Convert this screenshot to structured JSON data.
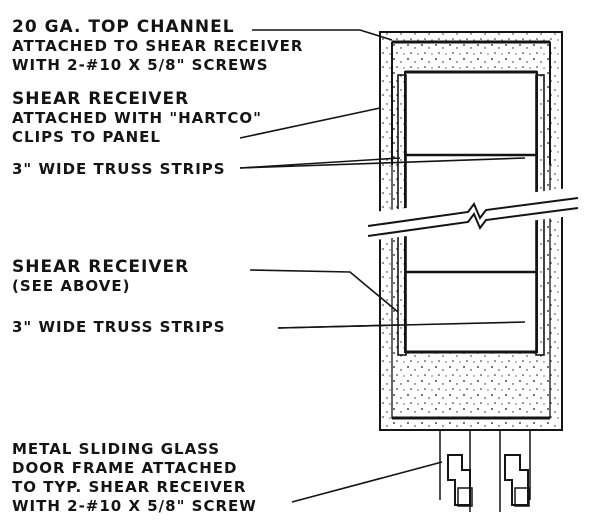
{
  "colors": {
    "ink": "#141414",
    "paper": "#ffffff"
  },
  "labels": {
    "top_channel": [
      "20 GA. TOP CHANNEL",
      "ATTACHED TO SHEAR RECEIVER",
      "WITH 2-#10 x 5/8\" SCREWS"
    ],
    "shear_receiver_top": [
      "SHEAR RECEIVER",
      "ATTACHED WITH \"HARTCO\"",
      "CLIPS TO PANEL"
    ],
    "truss_strips_top": "3\" WIDE TRUSS STRIPS",
    "shear_receiver_bottom": [
      "SHEAR     RECEIVER",
      "(SEE ABOVE)"
    ],
    "truss_strips_bottom": "3\" WIDE TRUSS STRIPS",
    "door_frame": [
      "METAL SLIDING GLASS",
      "DOOR FRAME ATTACHED",
      "TO TYP. SHEAR RECEIVER",
      "WITH 2-#10 x 5/8\" SCREW"
    ]
  }
}
